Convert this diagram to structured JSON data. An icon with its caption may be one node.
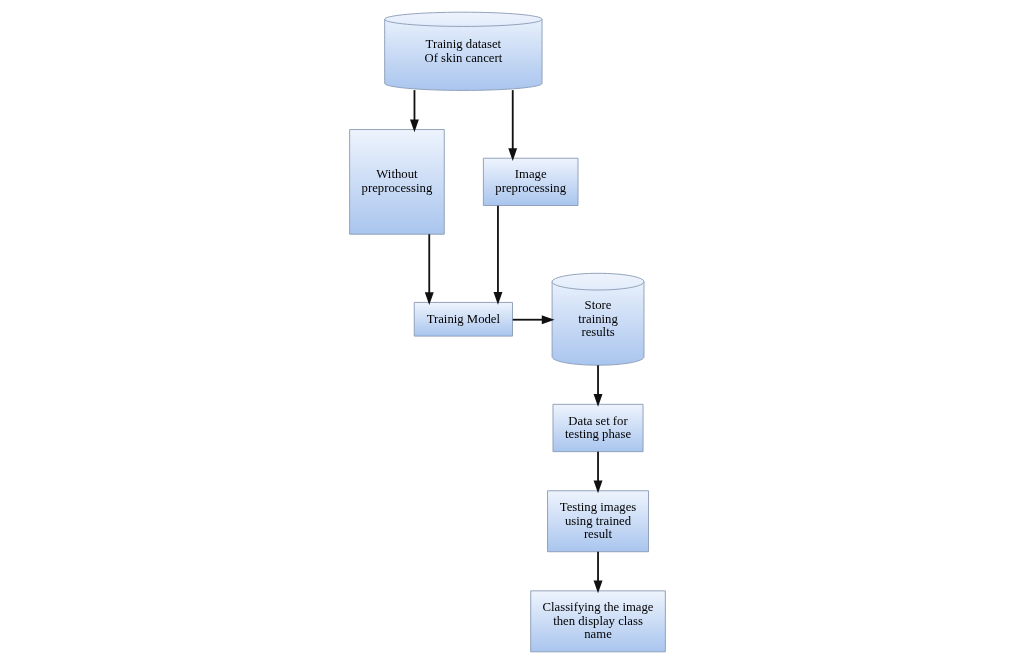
{
  "diagram": {
    "nodes": [
      {
        "text": [
          "Trainig dataset Of skin cancert"
        ]
      },
      {
        "text": [
          "Without preprocessing"
        ]
      },
      {
        "text": [
          "Image preprocessing"
        ]
      },
      {
        "text": [
          "Trainig Model"
        ]
      },
      {
        "text": [
          "Store training results"
        ]
      },
      {
        "text": [
          "Data set for testing phase"
        ]
      },
      {
        "text": [
          "Testing images using trained result"
        ]
      },
      {
        "text": [
          "Classifying the image then display class name"
        ]
      }
    ],
    "edges": [
      {
        "from": 0,
        "to": 1,
        "arrow": "to"
      },
      {
        "from": 0,
        "to": 2,
        "arrow": "to"
      },
      {
        "from": 2,
        "to": 3,
        "arrow": "to"
      },
      {
        "from": 1,
        "to": 3,
        "arrow": "to"
      },
      {
        "from": 3,
        "to": 4,
        "arrow": "to"
      },
      {
        "from": 4,
        "to": 5,
        "arrow": "to"
      },
      {
        "from": 5,
        "to": 6,
        "arrow": "to"
      },
      {
        "from": 6,
        "to": 7,
        "arrow": "to"
      }
    ]
  }
}
